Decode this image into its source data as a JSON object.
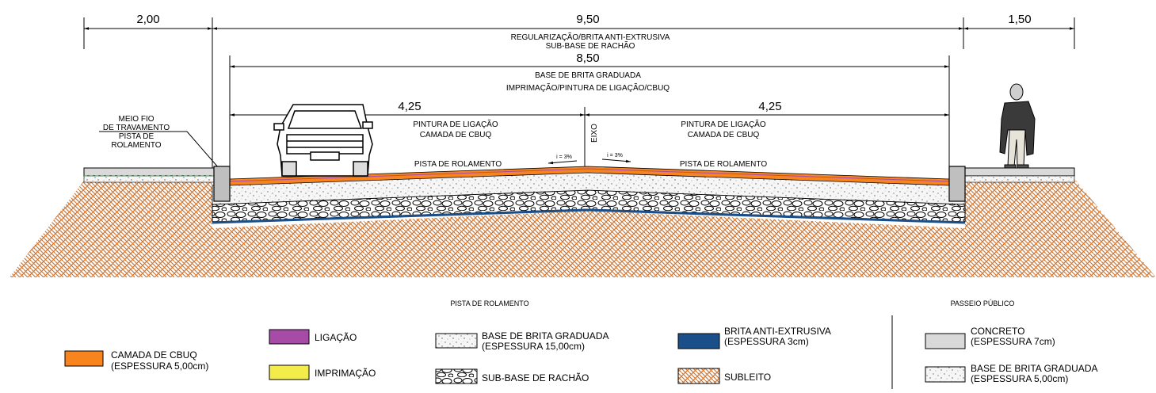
{
  "dimensions": {
    "left_sidewalk": "2,00",
    "total": "9,50",
    "right_sidewalk": "1,50",
    "carriageway": "8,50",
    "left_half": "4,25",
    "right_half": "4,25"
  },
  "section_labels": {
    "reg_line1": "REGULARIZAÇÃO/BRITA ANTI-EXTRUSIVA",
    "reg_line2": "SUB-BASE DE RACHÃO",
    "base_line1": "BASE DE BRITA GRADUADA",
    "base_line2": "IMPRIMAÇÃO/PINTURA DE LIGAÇÃO/CBUQ",
    "meio_fio_1": "MEIO FIO",
    "meio_fio_2": "DE TRAVAMENTO",
    "pista_1": "PISTA DE",
    "pista_2": "ROLAMENTO",
    "left_pintura": "PINTURA DE LIGAÇÃO",
    "left_camada": "CAMADA DE CBUQ",
    "right_pintura": "PINTURA DE LIGAÇÃO",
    "right_camada": "CAMADA DE CBUQ",
    "eixo": "EIXO",
    "slope_left": "i = 3%",
    "slope_right": "i = 3%",
    "left_pista": "PISTA DE ROLAMENTO",
    "right_pista": "PISTA DE ROLAMENTO"
  },
  "legend": {
    "heading_pista": "PISTA DE ROLAMENTO",
    "heading_passeio": "PASSEIO PÚBLICO",
    "cbuq_1": "CAMADA DE CBUQ",
    "cbuq_2": "(ESPESSURA 5,00cm)",
    "ligacao": "LIGAÇÃO",
    "imprimacao": "IMPRIMAÇÃO",
    "bgs_1": "BASE DE BRITA GRADUADA",
    "bgs_2": "(ESPESSURA 15,00cm)",
    "rachao": "SUB-BASE DE RACHÃO",
    "anti_1": "BRITA ANTI-EXTRUSIVA",
    "anti_2": "(ESPESSURA 3cm)",
    "subleito": "SUBLEITO",
    "concreto_1": "CONCRETO",
    "concreto_2": "(ESPESSURA 7cm)",
    "bgs_passeio_1": "BASE DE BRITA GRADUADA",
    "bgs_passeio_2": "(ESPESSURA 5,00cm)"
  },
  "colors": {
    "cbuq": "#f7841c",
    "ligacao": "#a64ca6",
    "imprimacao": "#f4ec4a",
    "anti_extrusiva": "#1b4f8a",
    "subleito": "#c8793c",
    "concreto": "#d9d9d9"
  }
}
